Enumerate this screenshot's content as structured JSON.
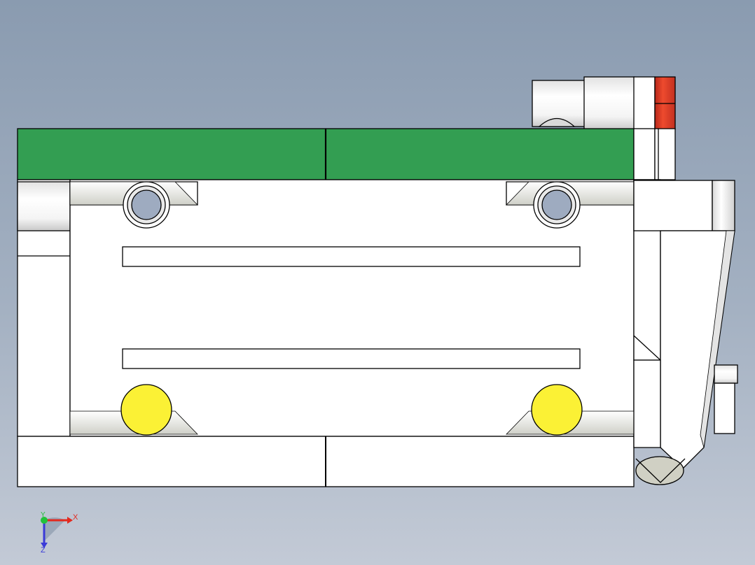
{
  "viewport": {
    "background_top": "#8a9bb0",
    "background_bottom": "#c3cad6"
  },
  "colors": {
    "green_plate": "#339e52",
    "red_cap": "#e63a22",
    "yellow_part": "#fbf135",
    "hole_fill": "#9eabc0",
    "outline": "#000000",
    "body_fill": "#ffffff"
  },
  "triad": {
    "x_label": "X",
    "y_label": "Y",
    "z_label": "Z",
    "x_color": "#e3291e",
    "y_color": "#22c23a",
    "z_color": "#3a3ad8"
  }
}
